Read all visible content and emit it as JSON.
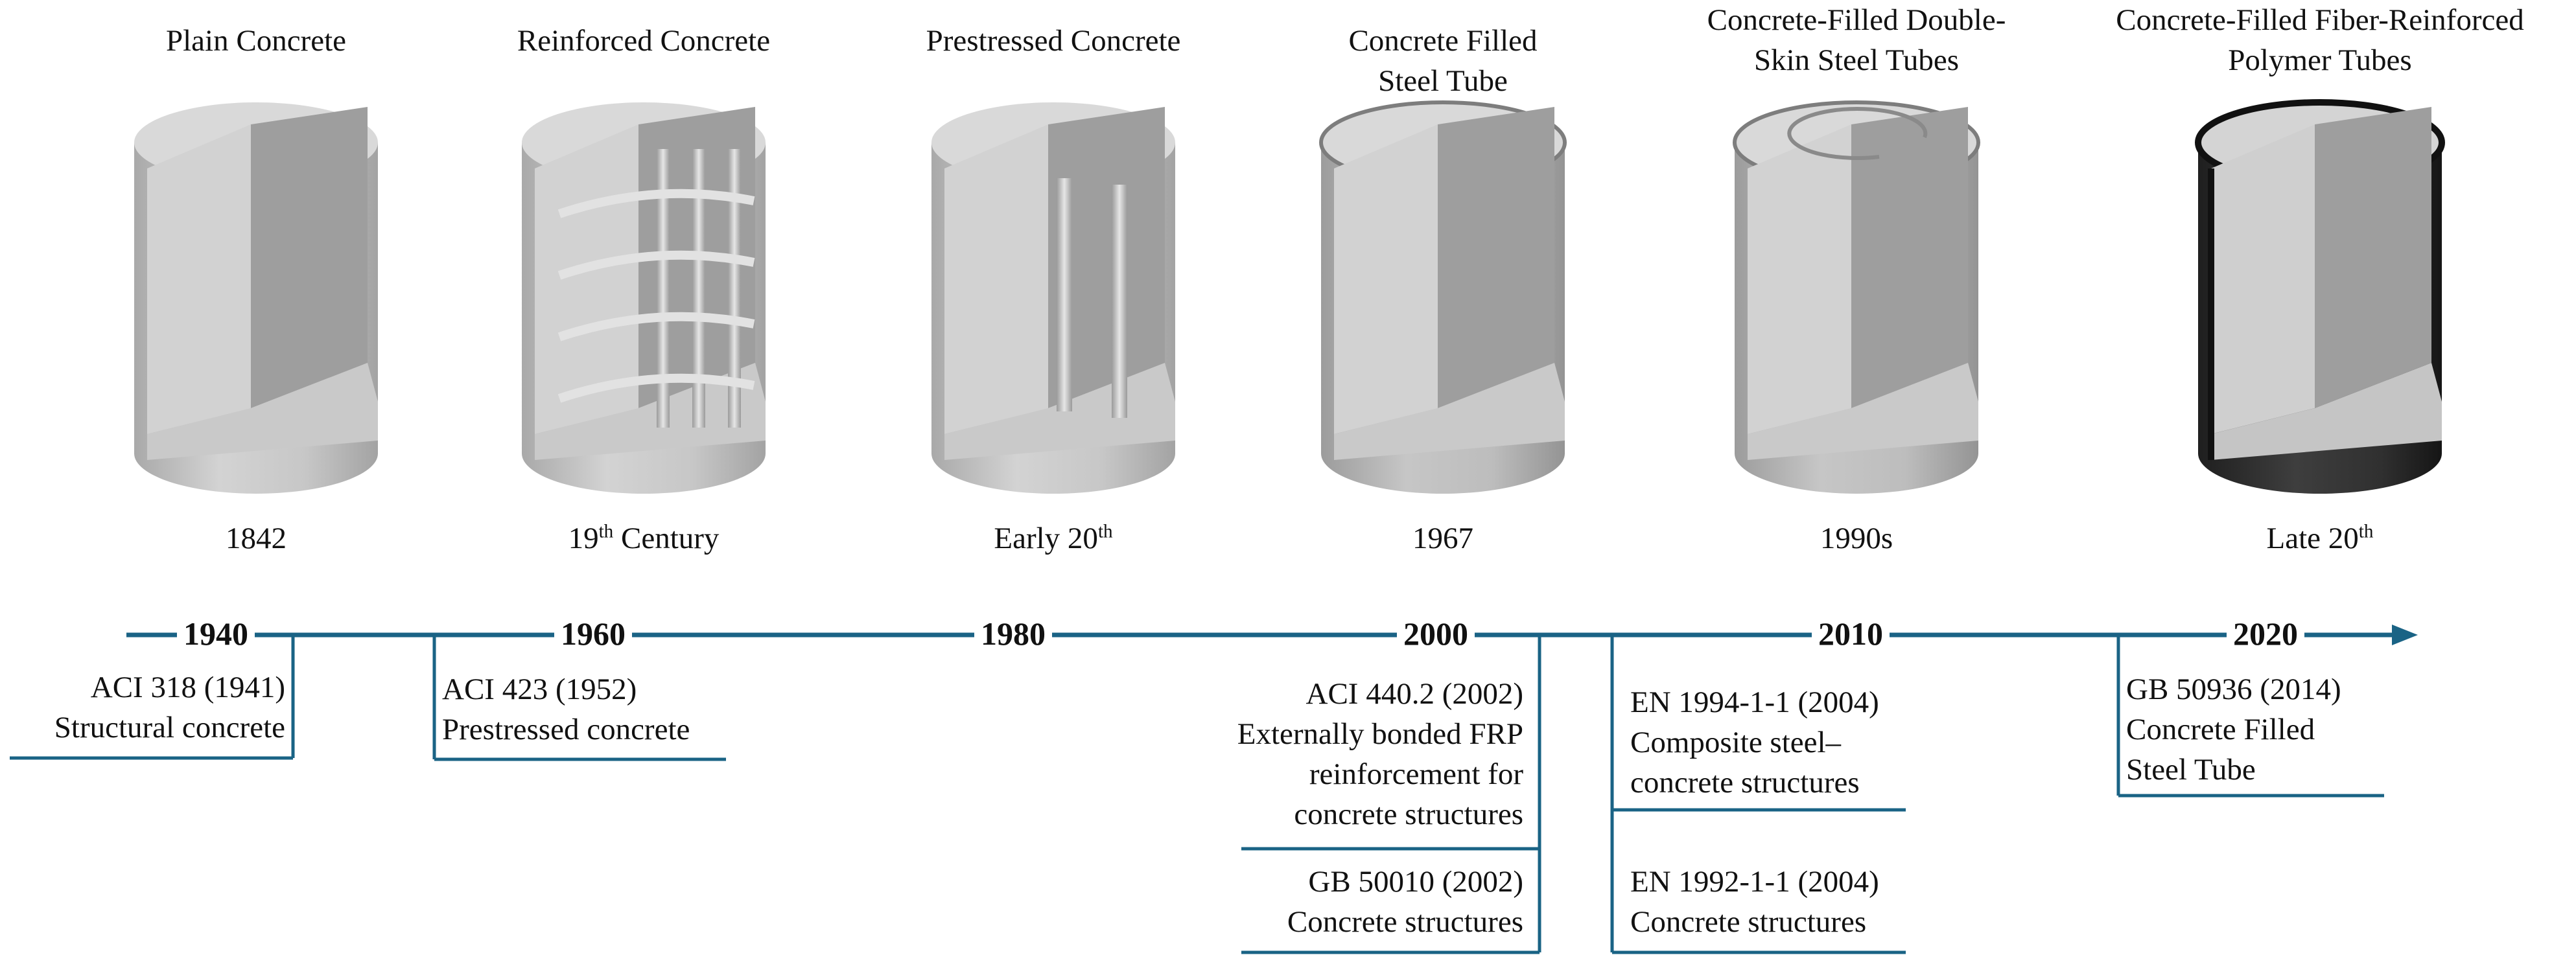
{
  "columns": [
    {
      "name": "Plain Concrete",
      "year": "1842",
      "year_sup": "",
      "variant": "plain",
      "color": "#c9c9c9"
    },
    {
      "name": "Reinforced Concrete",
      "year": "19",
      "year_sup": "th",
      "year_suffix": " Century",
      "variant": "reinforced",
      "color": "#c9c9c9"
    },
    {
      "name": "Prestressed Concrete",
      "year": "Early 20",
      "year_sup": "th",
      "variant": "prestressed",
      "color": "#c9c9c9"
    },
    {
      "name": "Concrete Filled Steel Tube",
      "year": "1967",
      "year_sup": "",
      "variant": "cfst",
      "color": "#b8b8b8"
    },
    {
      "name": "Concrete-Filled Double-Skin Steel Tubes",
      "year": "1990s",
      "year_sup": "",
      "variant": "cfdst",
      "color": "#c4c4c4"
    },
    {
      "name": "Concrete-Filled Fiber-Reinforced Polymer Tubes",
      "year": "Late 20",
      "year_sup": "th",
      "variant": "cffrp",
      "color": "#2a2a2a"
    }
  ],
  "timeline": {
    "color": "#1a6385",
    "years": [
      "1940",
      "1960",
      "1980",
      "2000",
      "2010",
      "2020"
    ]
  },
  "standards": [
    {
      "code": "ACI 318 (1941)",
      "desc": [
        "Structural concrete"
      ]
    },
    {
      "code": "ACI 423 (1952)",
      "desc": [
        "Prestressed concrete"
      ]
    },
    {
      "code": "ACI 440.2 (2002)",
      "desc": [
        "Externally bonded FRP",
        "reinforcement for",
        "concrete structures"
      ]
    },
    {
      "code": "GB 50010 (2002)",
      "desc": [
        "Concrete structures"
      ]
    },
    {
      "code": "EN 1994-1-1 (2004)",
      "desc": [
        "Composite steel–",
        "concrete structures"
      ]
    },
    {
      "code": "EN 1992-1-1 (2004)",
      "desc": [
        "Concrete structures"
      ]
    },
    {
      "code": "GB 50936 (2014)",
      "desc": [
        "Concrete Filled",
        "Steel Tube"
      ]
    }
  ]
}
